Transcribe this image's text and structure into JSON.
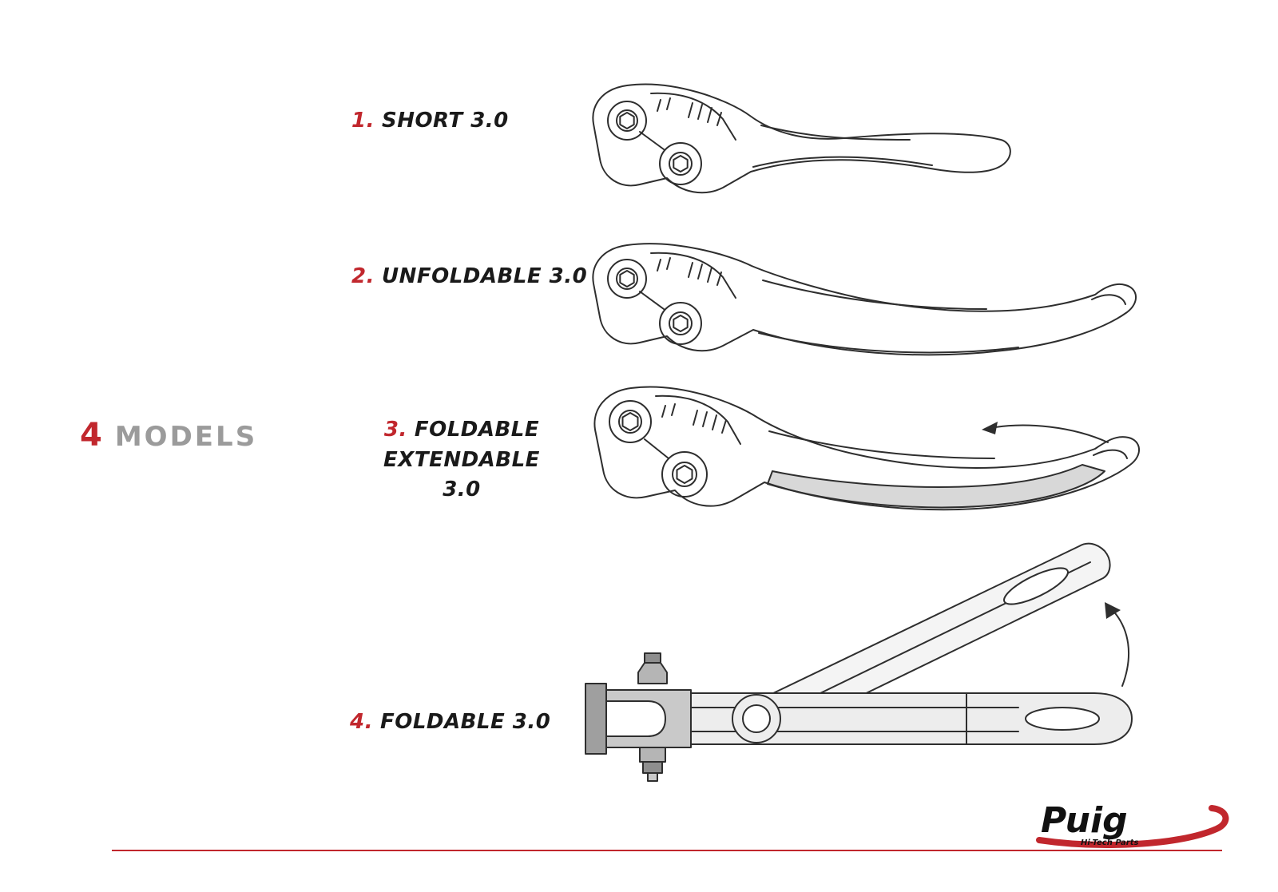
{
  "heading": {
    "number": "4",
    "word": "MODELS"
  },
  "models": [
    {
      "number": "1.",
      "name": "SHORT 3.0"
    },
    {
      "number": "2.",
      "name": "UNFOLDABLE 3.0"
    },
    {
      "number": "3.",
      "name": "FOLDABLE EXTENDABLE",
      "name_line2": "3.0"
    },
    {
      "number": "4.",
      "name": "FOLDABLE 3.0"
    }
  ],
  "logo": {
    "brand": "Puig",
    "tagline": "Hi-Tech Parts"
  },
  "colors": {
    "accent_red": "#c1272d",
    "heading_gray": "#9b9b9b",
    "line_art": "#2e2e2e",
    "shading_gray": "#d8d8d8"
  }
}
